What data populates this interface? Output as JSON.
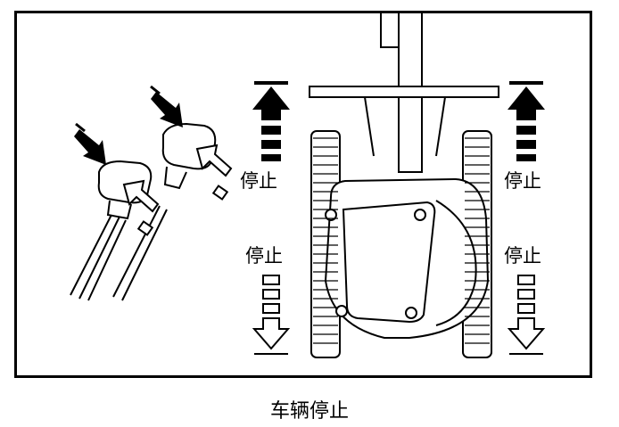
{
  "figure": {
    "stop_labels": {
      "upper_left": "停止",
      "upper_right": "停止",
      "lower_left": "停止",
      "lower_right": "停止"
    },
    "caption": "车辆停止"
  }
}
